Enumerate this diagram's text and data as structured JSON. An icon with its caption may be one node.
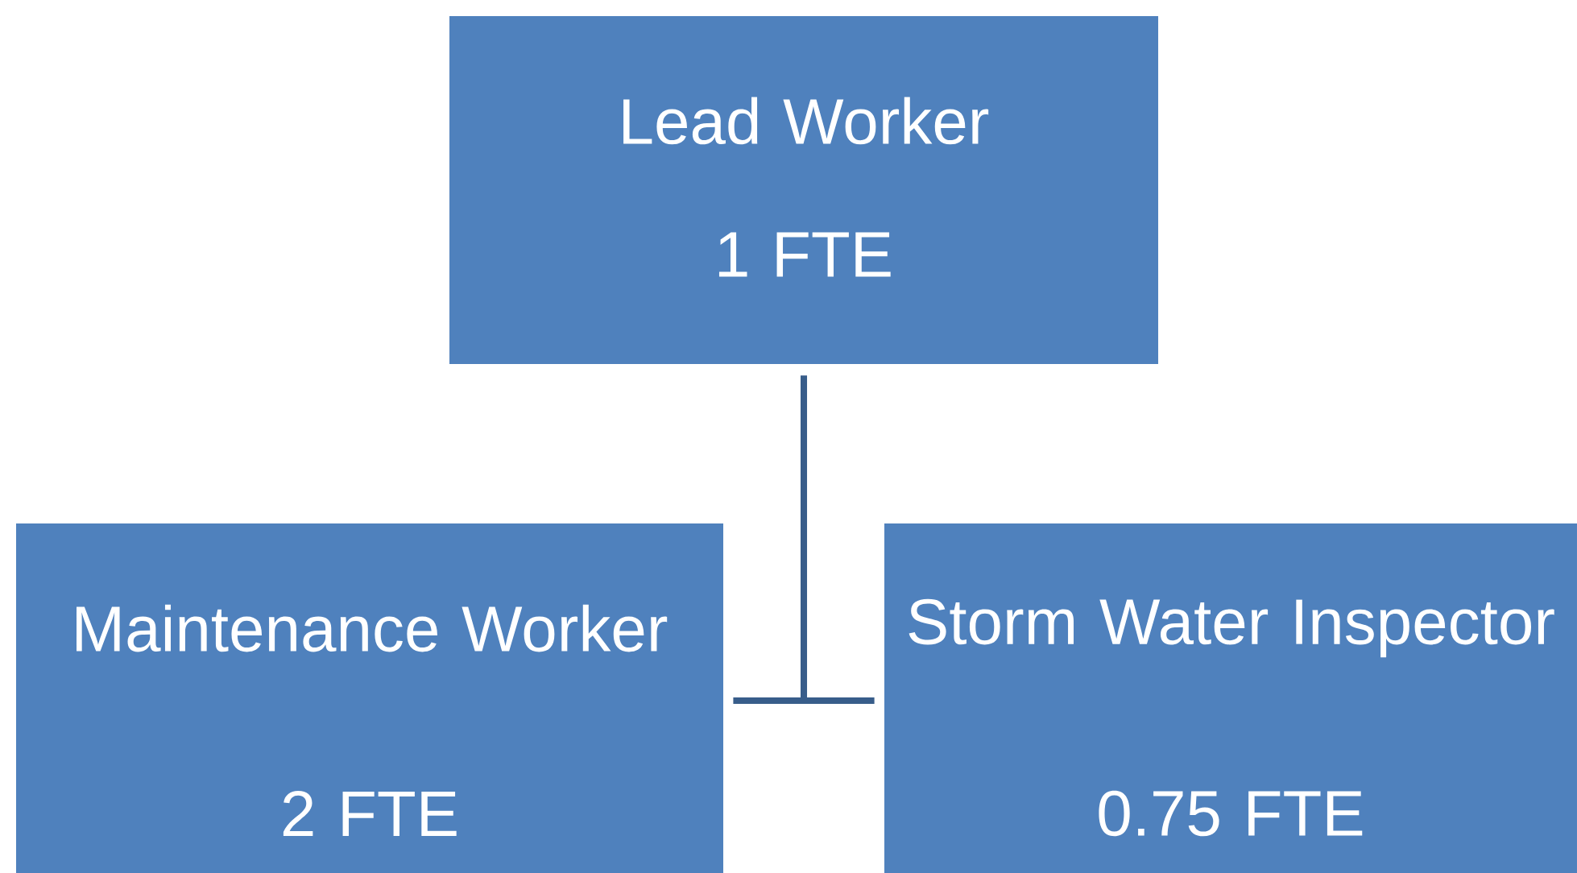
{
  "diagram": {
    "nodes": [
      {
        "text": [
          "Lead Worker",
          "1 FTE"
        ]
      },
      {
        "text": [
          "Maintenance Worker",
          "2 FTE"
        ]
      },
      {
        "text": [
          "Storm Water Inspector",
          "0.75 FTE"
        ]
      }
    ],
    "edges": [
      {
        "from": 0,
        "to": 1,
        "arrow": "none"
      },
      {
        "from": 0,
        "to": 2,
        "arrow": "none"
      }
    ]
  }
}
